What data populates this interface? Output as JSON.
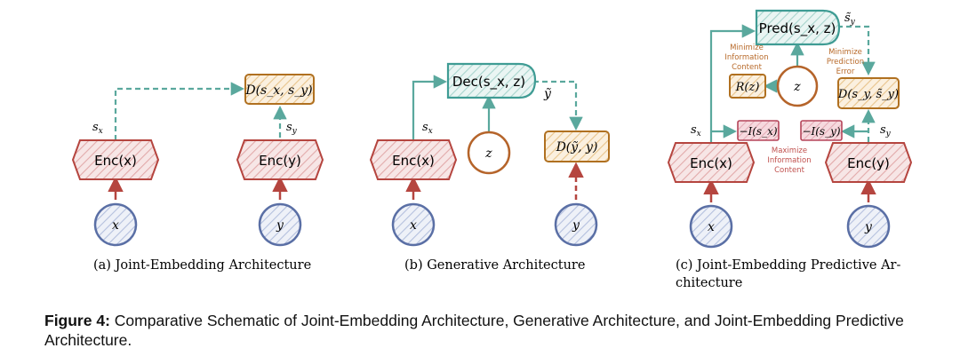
{
  "figure": {
    "caption_label": "Figure 4:",
    "caption_text": "Comparative Schematic of Joint-Embedding Architecture, Generative Architecture, and Joint-Embedding Predictive Architecture."
  },
  "panels": [
    {
      "id": "a",
      "subcaption": "(a)  Joint-Embedding Architecture",
      "nodes": {
        "enc_x": "Enc(x)",
        "enc_y": "Enc(y)",
        "x": "x",
        "y": "y",
        "d": "D(s_x, s_y)"
      },
      "edge_labels": {
        "sx": "s_x",
        "sy": "s_y"
      }
    },
    {
      "id": "b",
      "subcaption": "(b)  Generative Architecture",
      "nodes": {
        "enc_x": "Enc(x)",
        "dec": "Dec(s_x, z)",
        "z": "z",
        "d": "D(ỹ, y)",
        "x": "x",
        "y": "y"
      },
      "edge_labels": {
        "sx": "s_x",
        "ytilde": "ỹ"
      }
    },
    {
      "id": "c",
      "subcaption_line1": "(c)  Joint-Embedding Predictive Ar-",
      "subcaption_line2": "chitecture",
      "nodes": {
        "pred": "Pred(s_x, z)",
        "z": "z",
        "rz": "R(z)",
        "d": "D(s_y, s̃_y)",
        "enc_x": "Enc(x)",
        "enc_y": "Enc(y)",
        "ix": "−I(s_x)",
        "iy": "−I(s_y)",
        "x": "x",
        "y": "y"
      },
      "edge_labels": {
        "sx": "s_x",
        "sy": "s_y",
        "sytilde": "s̃_y"
      },
      "annotations": {
        "min_info": [
          "Minimize",
          "Information",
          "Content"
        ],
        "min_pred": [
          "Minimize",
          "Prediction",
          "Error"
        ],
        "max_info": [
          "Maximize",
          "Information",
          "Content"
        ]
      }
    }
  ],
  "colors": {
    "encoder": "#b5453f",
    "encoder_fill": "#f4dede",
    "input": "#5a6fa5",
    "input_fill": "#dfe4f1",
    "energy": "#b07020",
    "energy_fill": "#f8e8cf",
    "latent": "#b5642a",
    "predictor": "#3f9c94",
    "predictor_fill": "#dcefec",
    "reg_fill": "#f3cfd6",
    "reg_stroke": "#b5455a",
    "arrow_green": "#5aa89d",
    "arrow_red": "#b5453f",
    "annot_orange": "#b86a2a",
    "annot_red": "#c0504d"
  }
}
